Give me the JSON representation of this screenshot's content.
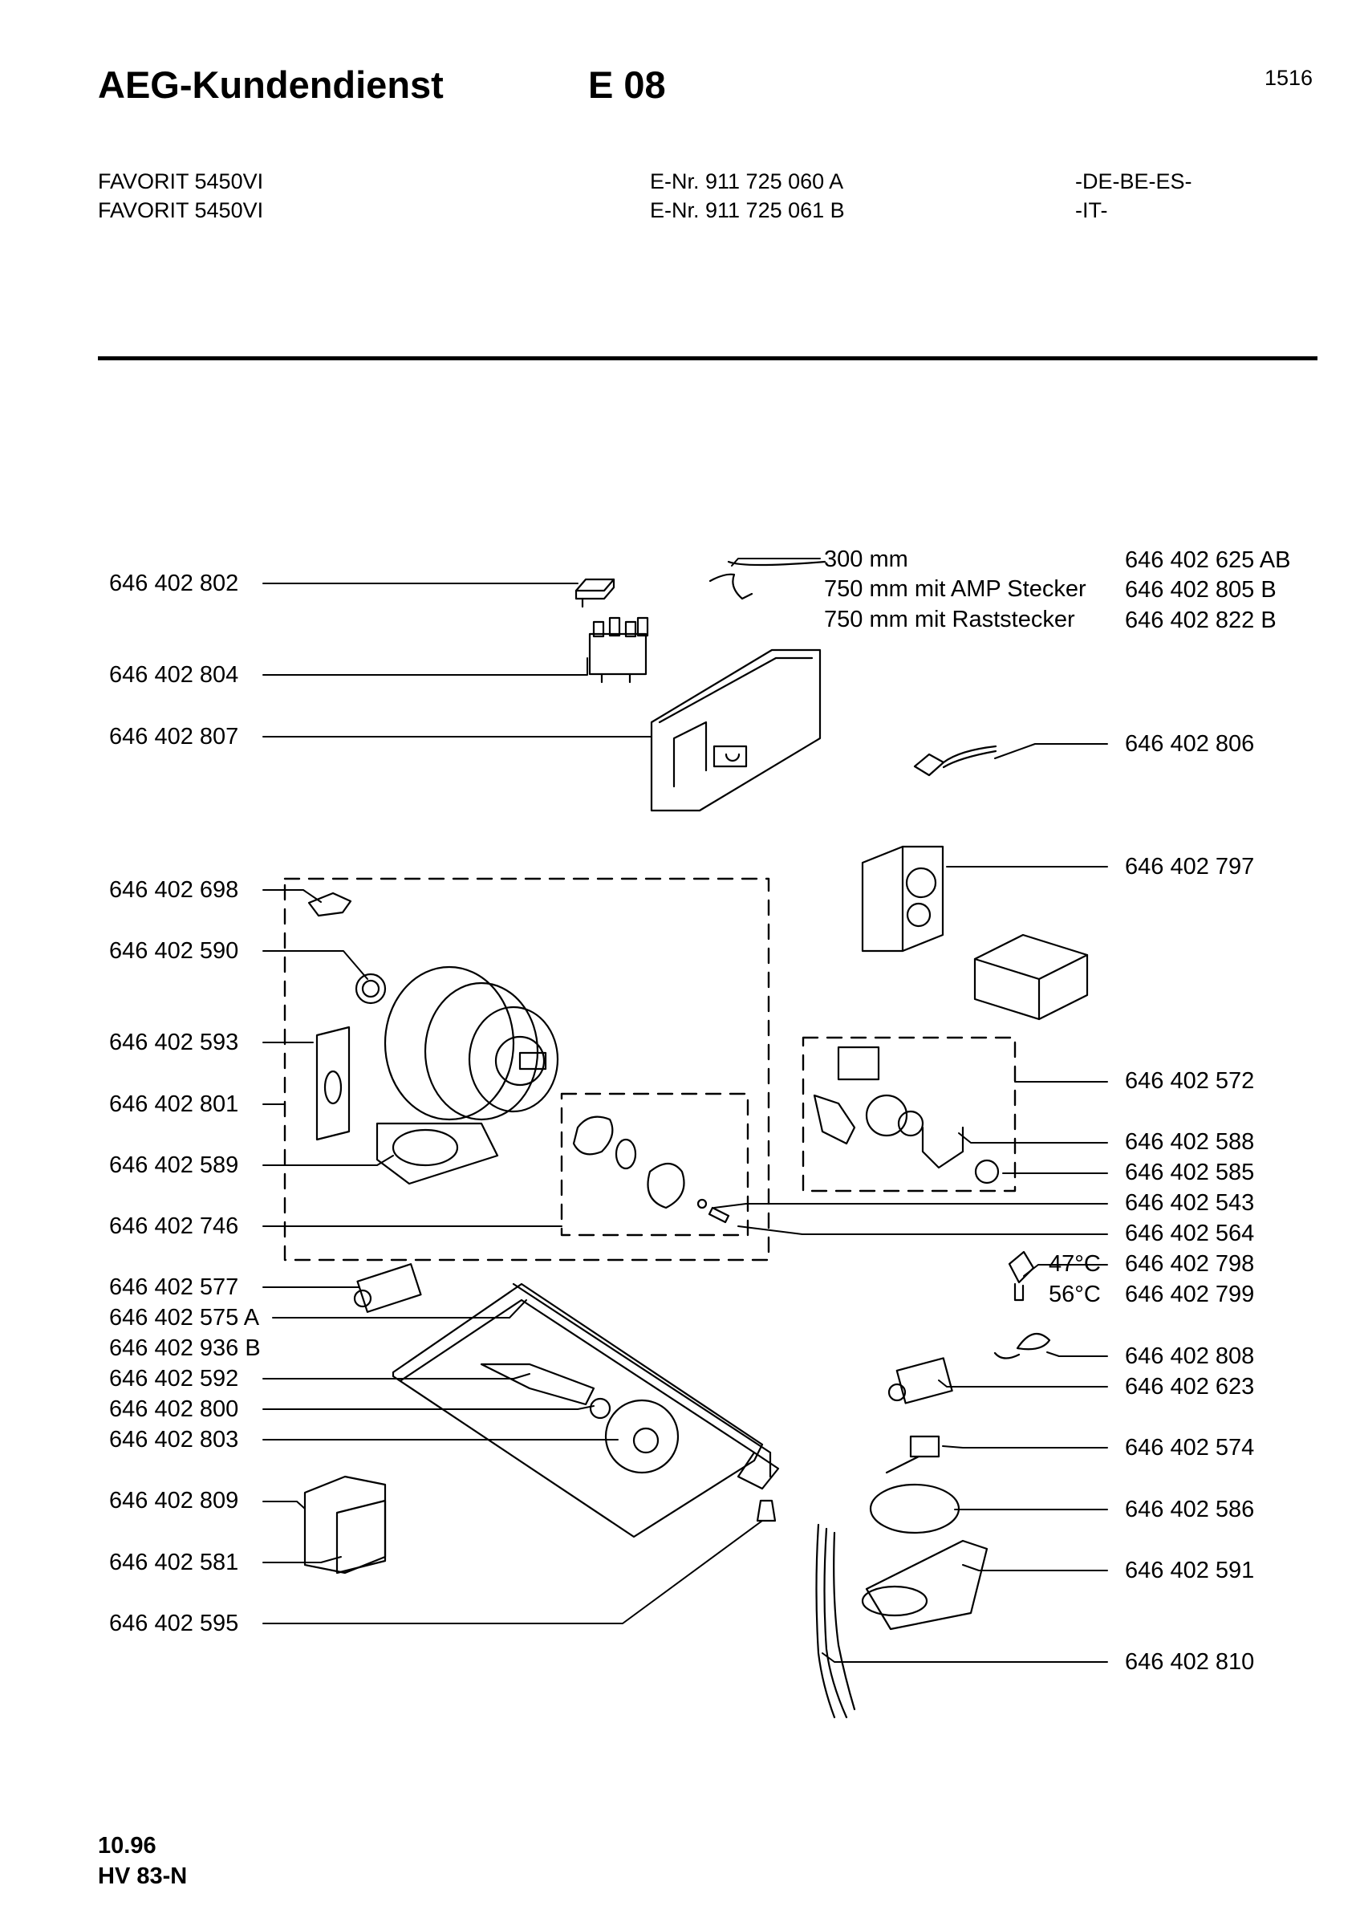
{
  "header": {
    "brand": "AEG-Kundendienst",
    "section": "E 08",
    "page_number": "1516"
  },
  "models": [
    {
      "name": "FAVORIT 5450VI",
      "enr": "E-Nr. 911 725 060 A",
      "countries": "-DE-BE-ES-"
    },
    {
      "name": "FAVORIT 5450VI",
      "enr": "E-Nr. 911 725 061 B",
      "countries": "-IT-"
    }
  ],
  "left_labels": [
    "646 402 802",
    "646 402 804",
    "646 402 807",
    "646 402 698",
    "646 402 590",
    "646 402 593",
    "646 402 801",
    "646 402 589",
    "646 402 746",
    "646 402 577",
    "646 402 575 A",
    "646 402 936 B",
    "646 402 592",
    "646 402 800",
    "646 402 803",
    "646 402 809",
    "646 402 581",
    "646 402 595"
  ],
  "wire_options": [
    "300 mm",
    "750 mm mit AMP Stecker",
    "750 mm mit Raststecker"
  ],
  "right_labels": [
    "646 402 625 AB",
    "646 402 805 B",
    "646 402 822 B",
    "646 402 806",
    "646 402 797",
    "646 402 572",
    "646 402 588",
    "646 402 585",
    "646 402 543",
    "646 402 564",
    "646 402 798",
    "646 402 799",
    "646 402 808",
    "646 402 623",
    "646 402 574",
    "646 402 586",
    "646 402 591",
    "646 402 810"
  ],
  "temperatures": [
    "47°C",
    "56°C"
  ],
  "footer": {
    "date": "10.96",
    "code": "HV 83-N"
  }
}
